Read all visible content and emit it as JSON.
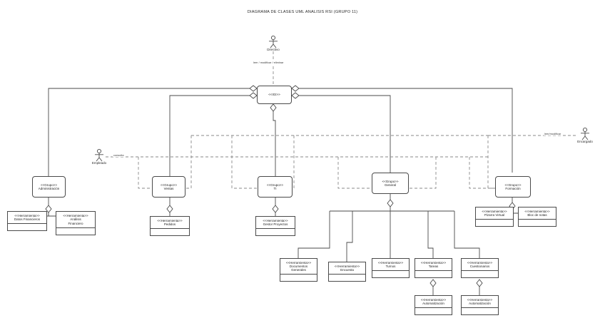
{
  "diagram": {
    "title": "DIAGRAMA DE CLASES UML ANALISIS RSI (GRUPO 11)",
    "colors": {
      "line": "#4a4a4a",
      "dashed": "#8a8a8a",
      "text": "#1a1a1a",
      "background": "#ffffff"
    }
  },
  "stereotypes": {
    "grupo": "<<Grupo>>",
    "herramienta": "<<Herramienta>>",
    "root": "<<IGI>>"
  },
  "actors": [
    {
      "id": "directivo",
      "label": "Directivo"
    },
    {
      "id": "empleado",
      "label": "Empleado"
    },
    {
      "id": "encargado",
      "label": "Encargado"
    }
  ],
  "edge_labels": [
    {
      "id": "directivo-root",
      "text": "leer / modificar / eliminar"
    },
    {
      "id": "empleado-assoc",
      "text": "consulta"
    },
    {
      "id": "encargado-assoc",
      "text": "leer/modificar"
    }
  ],
  "root": {
    "stereotype": "<<IGI>>",
    "name": ""
  },
  "groups": [
    {
      "id": "administracion",
      "stereotype": "<<Grupo>>",
      "name": "Administración"
    },
    {
      "id": "ventas",
      "stereotype": "<<Grupo>>",
      "name": "Ventas"
    },
    {
      "id": "ti",
      "stereotype": "<<Grupo>>",
      "name": "TI"
    },
    {
      "id": "general",
      "stereotype": "<<Grupo>>",
      "name": "General"
    },
    {
      "id": "formacion",
      "stereotype": "<<Grupo>>",
      "name": "Formación"
    }
  ],
  "tools": [
    {
      "id": "datos-financieros",
      "stereotype": "<<Herramienta>>",
      "name": "Datos Financieros",
      "parent": "administracion"
    },
    {
      "id": "analisis-financiero",
      "stereotype": "<<Herramienta>>",
      "name": "Análisis\nFinanciero",
      "parent": "administracion"
    },
    {
      "id": "pedidos",
      "stereotype": "<<Herramienta>>",
      "name": "Pedidos",
      "parent": "ventas"
    },
    {
      "id": "gestor-proyectos",
      "stereotype": "<<Herramienta>>",
      "name": "Gestor Proyectos",
      "parent": "ti"
    },
    {
      "id": "documentos-generales",
      "stereotype": "<<Herramienta>>",
      "name": "Documentos\nGenerales",
      "parent": "general"
    },
    {
      "id": "encuesta",
      "stereotype": "<<Herramienta>>",
      "name": "Encuesta",
      "parent": "general"
    },
    {
      "id": "turnos",
      "stereotype": "<<Herramienta>>",
      "name": "Turnos",
      "parent": "general"
    },
    {
      "id": "tareas",
      "stereotype": "<<Herramienta>>",
      "name": "Tareas",
      "parent": "general"
    },
    {
      "id": "cuestionarios",
      "stereotype": "<<Herramienta>>",
      "name": "Cuestionarios",
      "parent": "general"
    },
    {
      "id": "automatizacion-tareas",
      "stereotype": "<<Herramienta>>",
      "name": "Automatización",
      "parent": "tareas"
    },
    {
      "id": "automatizacion-cuest",
      "stereotype": "<<Herramienta>>",
      "name": "Automatización",
      "parent": "cuestionarios"
    },
    {
      "id": "pizarra-virtual",
      "stereotype": "<<Herramienta>>",
      "name": "Pizarra Virtual",
      "parent": "formacion"
    },
    {
      "id": "bloc-de-notas",
      "stereotype": "<<Herramienta>>",
      "name": "Bloc de notas",
      "parent": "formacion"
    }
  ]
}
